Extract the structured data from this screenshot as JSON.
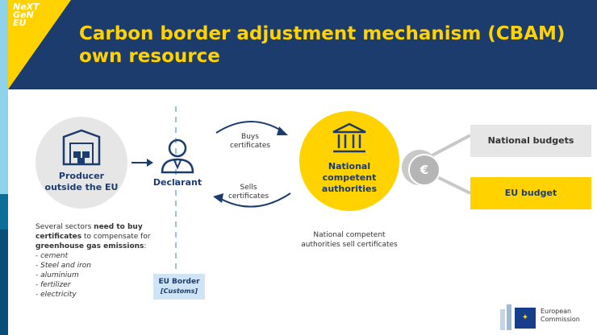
{
  "logo": {
    "line1": "NeXT",
    "line2": "GeN",
    "line3": "EU"
  },
  "title": {
    "line1": "Carbon border adjustment mechanism (CBAM)",
    "line2": "own resource"
  },
  "producer": {
    "line1": "Producer",
    "line2": "outside the EU"
  },
  "declarant": {
    "label": "Declarant"
  },
  "arrows": {
    "buys": {
      "line1": "Buys",
      "line2": "certificates"
    },
    "sells": {
      "line1": "Sells",
      "line2": "certificates"
    }
  },
  "authorities": {
    "line1": "National",
    "line2": "competent",
    "line3": "authorities"
  },
  "authorities_note": {
    "line1": "National competent",
    "line2": "authorities sell certificates"
  },
  "budgets": {
    "national": "National budgets",
    "eu": "EU budget"
  },
  "sectors_text": {
    "p1": "Several sectors ",
    "b1": "need to buy",
    "b2": "certificates",
    "p2": " to compensate for",
    "b3": "greenhouse gas emissions",
    "p3": ":",
    "items": [
      "cement",
      "Steel and iron",
      "aluminium",
      "fertilizer",
      "electricity"
    ]
  },
  "border": {
    "line1": "EU Border",
    "line2": "[Customs]"
  },
  "commission": {
    "line1": "European",
    "line2": "Commission"
  },
  "colors": {
    "navy": "#1d3c6e",
    "yellow": "#ffd200",
    "grey": "#e6e6e6"
  }
}
